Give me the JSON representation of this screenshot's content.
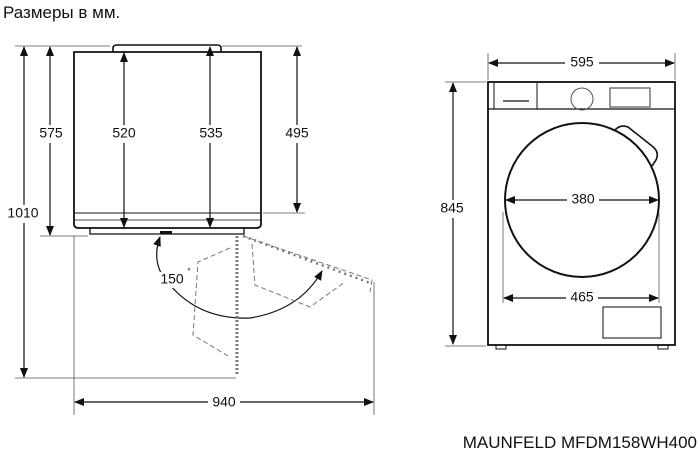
{
  "title": "Размеры в мм.",
  "model": "MAUNFELD MFDM158WH400",
  "side_view": {
    "dimensions": {
      "total_height_open": "1010",
      "height_with_base": "575",
      "depth_body": "520",
      "depth_with_lid": "535",
      "depth_top": "495",
      "door_angle": "150",
      "degree_symbol": "°",
      "total_width_open": "940"
    }
  },
  "front_view": {
    "dimensions": {
      "width": "595",
      "height": "845",
      "door_diameter": "380",
      "door_outer": "465"
    }
  },
  "colors": {
    "line": "#111111",
    "dashed": "#777777"
  }
}
